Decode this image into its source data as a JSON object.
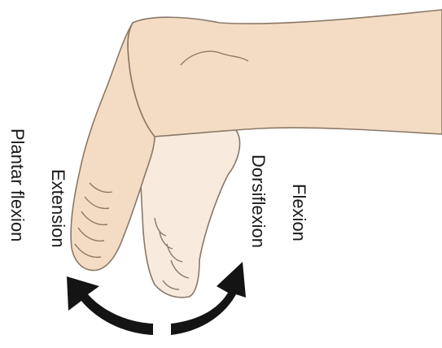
{
  "labels": {
    "plantar_flexion": "Plantar flexion",
    "extension": "Extension",
    "dorsiflexion": "Dorsiflexion",
    "flexion": "Flexion"
  },
  "colors": {
    "skin": "#f4dcc4",
    "skin_light": "#f8eadc",
    "outline": "#8a7868",
    "arrow": "#141414",
    "text": "#1a1a1a"
  },
  "icons": {
    "left_arrow": "curved-arrow-left-icon",
    "right_arrow": "curved-arrow-right-icon"
  }
}
